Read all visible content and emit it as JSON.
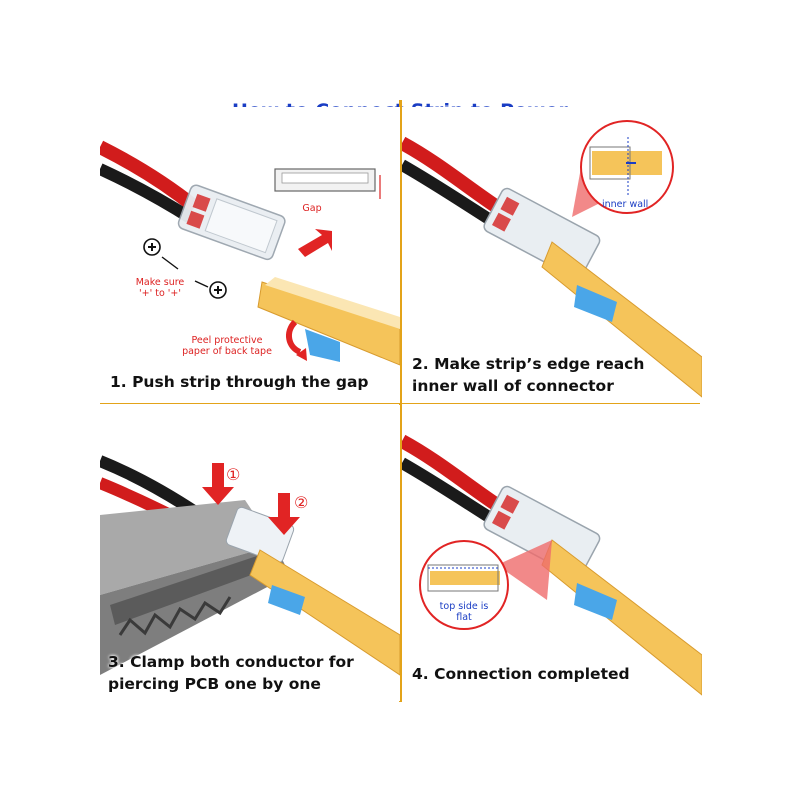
{
  "title": "How to Connect Strip to Power",
  "colors": {
    "title": "#1a3dc4",
    "divider": "#e3a319",
    "annotation_red": "#d22222",
    "strip_yellow": "#f5c45a",
    "tape_blue": "#4aa6e8",
    "wire_red": "#d11c1c",
    "wire_black": "#1a1a1a"
  },
  "steps": [
    {
      "caption": "1. Push strip through the gap",
      "gap_label": "Gap",
      "polarity_note": "Make sure '+' to '+'",
      "plus_symbol": "+",
      "peel_note": "Peel protective paper of back tape"
    },
    {
      "caption": "2. Make strip’s edge reach inner wall of connector",
      "callout_label": "inner wall"
    },
    {
      "caption": "3. Clamp both conductor for piercing PCB one by one",
      "markers": [
        "①",
        "②"
      ]
    },
    {
      "caption": "4. Connection completed",
      "callout_label": "top side is flat"
    }
  ],
  "icons": [
    "arrow-icon",
    "plus-icon",
    "plier-icon",
    "connector-icon",
    "led-strip-icon"
  ]
}
